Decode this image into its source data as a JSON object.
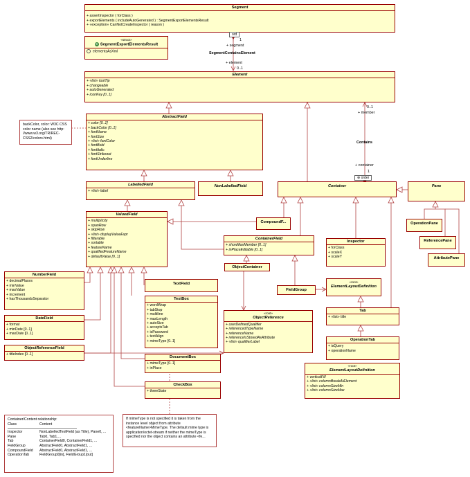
{
  "segment": {
    "name": "Segment",
    "ops": [
      "+ assertInspector ( forClass )",
      "+ exportElements ( includeAutoGenerated ) : SegmentExportElementsResult",
      "+ «exception» CanNotCreateInspector ( reason )"
    ]
  },
  "result": {
    "stereo": "«struct»",
    "name": "SegmentExportElementsResult",
    "attrs": [
      "elementsAsXml"
    ]
  },
  "seg_assoc": {
    "name": "SegmentContainsElement",
    "end1": "+ segment",
    "mult1": "1",
    "end2": "+ element",
    "mult2": "0..1",
    "tag": "ord"
  },
  "element": {
    "name": "Element",
    "attrs": [
      "+ «list» toolTip",
      "+ changeable",
      "+ autoGenerated",
      "+ iconKey [0..1]"
    ]
  },
  "abstract_field": {
    "name": "AbstractField",
    "attrs": [
      "+ color [0..1]",
      "+ backColor [0..1]",
      "+ fontName",
      "+ fontSize",
      "+ «list» fontColor",
      "+ fontBold",
      "+ fontItalic",
      "+ fontStrikeout",
      "+ fontUnderline"
    ]
  },
  "color_note": [
    "backColor, color: W3C CSS",
    "color name (also see http:",
    "//www.w3.org/TR/REC-",
    "CSS2/colors.html)"
  ],
  "labelled_field": {
    "name": "LabelledField",
    "attrs": [
      "+ «list» label"
    ]
  },
  "nonlabelled_field": {
    "name": "NonLabelledField"
  },
  "container": {
    "name": "Container"
  },
  "pane": {
    "name": "Pane"
  },
  "contains_assoc": {
    "name": "Contains",
    "end1": "+ member",
    "mult1": "0..1",
    "end2": "+ container",
    "mult2": "1",
    "tag": "order"
  },
  "valued_field": {
    "name": "ValuedField",
    "attrs": [
      "+ multiplicity",
      "+ spanRow",
      "+ skipRow",
      "+ «list» displayValueExpr",
      "+ filterable",
      "+ sortable",
      "+ featureName",
      "+ qualifiedFeatureName",
      "+ defaultValue [0..1]"
    ]
  },
  "compound_field": {
    "name": "CompoundF..."
  },
  "container_field": {
    "name": "ContainerField",
    "attrs": [
      "+ showMaxMember [0..1]",
      "+ inPlaceEditable [0..1]"
    ]
  },
  "inspector": {
    "name": "Inspector",
    "attrs": [
      "+ forClass",
      "+ scaleX",
      "+ scaleY"
    ]
  },
  "operation_pane": {
    "name": "OperationPane"
  },
  "reference_pane": {
    "name": "ReferencePane"
  },
  "attribute_pane": {
    "name": "AttributePane"
  },
  "number_field": {
    "name": "NumberField",
    "attrs": [
      "+ decimalPlaces",
      "+ minValue",
      "+ maxValue",
      "+ increment",
      "+ hasThousandsSeparator"
    ]
  },
  "date_field": {
    "name": "DateField",
    "attrs": [
      "+ format",
      "+ minDate [0..1]",
      "+ maxDate [0..1]"
    ]
  },
  "object_reference_field": {
    "name": "ObjectReferenceField",
    "attrs": [
      "+ titleIndex [0..1]"
    ]
  },
  "text_field": {
    "name": "TextField"
  },
  "text_box": {
    "name": "TextBox",
    "attrs": [
      "+ wordWrap",
      "+ tabStop",
      "+ multiline",
      "+ maxLength",
      "+ autoSize",
      "+ acceptsTab",
      "+ isPassword",
      "+ textAlign",
      "+ mimeType [0..1]"
    ]
  },
  "object_container": {
    "name": "ObjectContainer"
  },
  "field_group": {
    "name": "FieldGroup"
  },
  "element_layout_def_1": {
    "stereo": "«root»",
    "name": "ElementLayoutDefinition"
  },
  "object_reference": {
    "stereo": "«root»",
    "name": "ObjectReference",
    "attrs": [
      "+ userDefinedQualifier",
      "+ referencedTypeName",
      "+ referenceName",
      "+ referenceIsStoredAsAttribute",
      "+ «list» qualifierLabel"
    ]
  },
  "tab": {
    "name": "Tab",
    "attrs": [
      "+ «list» title"
    ]
  },
  "operation_tab": {
    "name": "OperationTab",
    "attrs": [
      "+ isQuery",
      "+ operationName"
    ]
  },
  "document_box": {
    "name": "DocumentBox",
    "attrs": [
      "+ mimeType [0..1]",
      "+ inPlace"
    ]
  },
  "check_box": {
    "name": "CheckBox",
    "attrs": [
      "+ threeState"
    ]
  },
  "element_layout_def_2": {
    "stereo": "«root»",
    "name": "ElementLayoutDefinition",
    "attrs": [
      "+ verticalFill",
      "+ «list» columnBreakAtElement",
      "+ «list» columnSizeMin",
      "+ «list» columnSizeMax"
    ]
  },
  "container_note": {
    "title": "Container/Content relationship:",
    "header": [
      "Class",
      "Content"
    ],
    "rows": [
      [
        "Inspector",
        "NonLabelledTextField (as Title), Pane0, ..."
      ],
      [
        "Pane",
        "Tab0, Tab1,..."
      ],
      [
        "Tab",
        "ContainerField0, ContainerField1, ..."
      ],
      [
        "FieldGroup",
        "AbstractField0, AbstractField1, ..."
      ],
      [
        "CompoundField",
        "AbstractField0, AbstractField1, ..."
      ],
      [
        "OperationTab",
        "FieldGroup0[in], FieldGroup1[out]"
      ]
    ]
  },
  "mime_note": [
    "If mimeType is not specified it is taken from the",
    "instance level object from attribute",
    "<featureName>MimeType. The default mime type is",
    "application/octet-stream if neither the mimeType is",
    "specified nor the object contains an attribute <fe..."
  ]
}
